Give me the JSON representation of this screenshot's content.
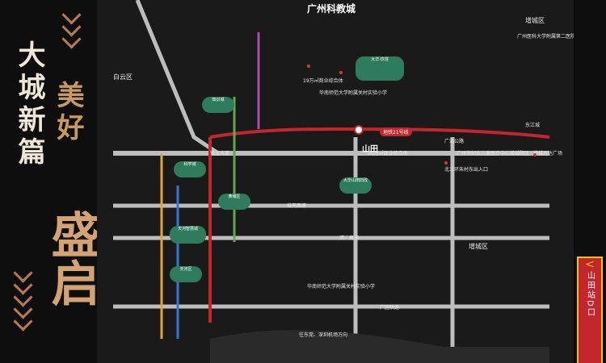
{
  "left": {
    "title1": "美好",
    "title2": "大城新篇",
    "brush": "盛启"
  },
  "map": {
    "top_center": "广州科教城",
    "metro_line": "地铁21号线",
    "station_main": "山田",
    "district_top_left": "白云区",
    "district_right_top": "增城区",
    "district_right_bottom": "增城区",
    "road_lines": [
      "镇龙大道",
      "广汕公路",
      "增天高速",
      "济广高速",
      "广园快速"
    ],
    "clouds": [
      "大华·玖珑",
      "大华山田旧改",
      "科学城",
      "知识城",
      "天河智慧城",
      "黄埔区",
      "天河区"
    ]
  },
  "labels": [
    "华南师范大学附属关村实验小学",
    "19万㎡商业综合体",
    "20万㎡商业综合体",
    "广州市妇女儿童医疗中心增城院区",
    "东江城",
    "增城万达广场",
    "往东莞、深圳机场方向",
    "广州医科大学附属第二医院",
    "华南师范大学附属关村实验小学",
    "北三环朱村东出入口"
  ],
  "right": {
    "exit_label": "山田站D口",
    "arrow": "<"
  },
  "colors": {
    "metro_red": "#c2272d",
    "gold": "#c79a60",
    "green": "#2e7c5d"
  }
}
